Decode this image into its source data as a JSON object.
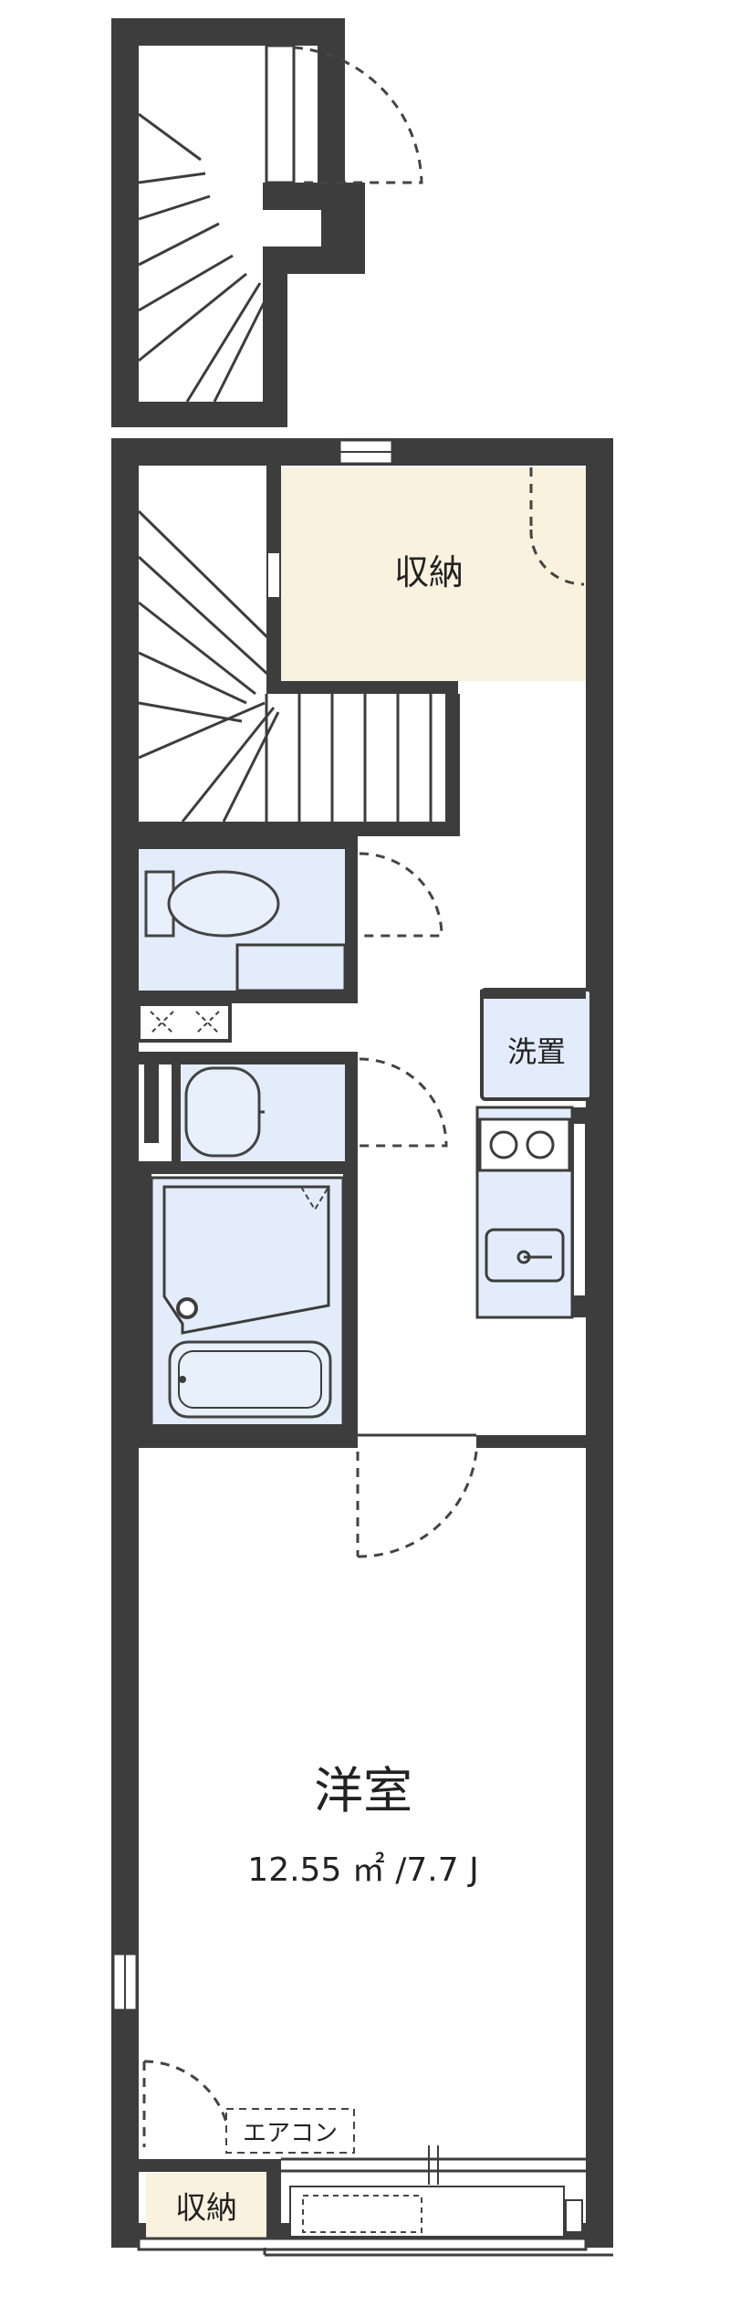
{
  "rooms": {
    "storage_upper": {
      "label": "収納"
    },
    "washer": {
      "label": "洗置"
    },
    "western_room": {
      "label": "洋室",
      "area": "12.55 ㎡ /7.7 J"
    },
    "aircon": {
      "label": "エアコン"
    },
    "storage_lower": {
      "label": "収納"
    }
  },
  "colors": {
    "wall": "#3d3d3d",
    "storage_fill": "#f8f2df",
    "wet_area_fill": "#e3ecfa"
  }
}
